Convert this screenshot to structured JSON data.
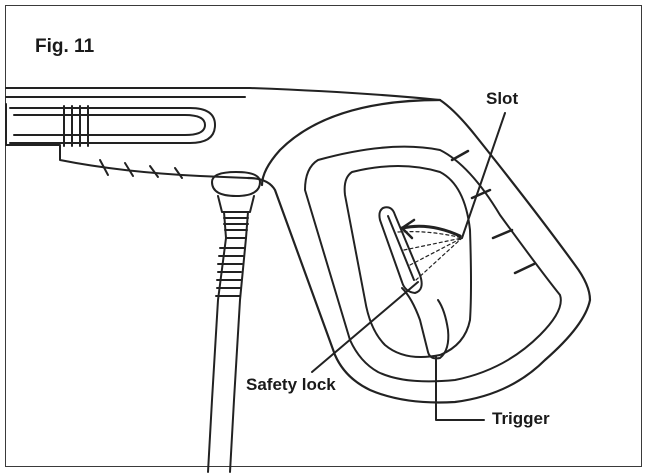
{
  "figure": {
    "title": "Fig. 11"
  },
  "labels": {
    "slot": "Slot",
    "safety_lock": "Safety lock",
    "trigger": "Trigger"
  },
  "colors": {
    "line": "#222222",
    "background": "#ffffff"
  }
}
